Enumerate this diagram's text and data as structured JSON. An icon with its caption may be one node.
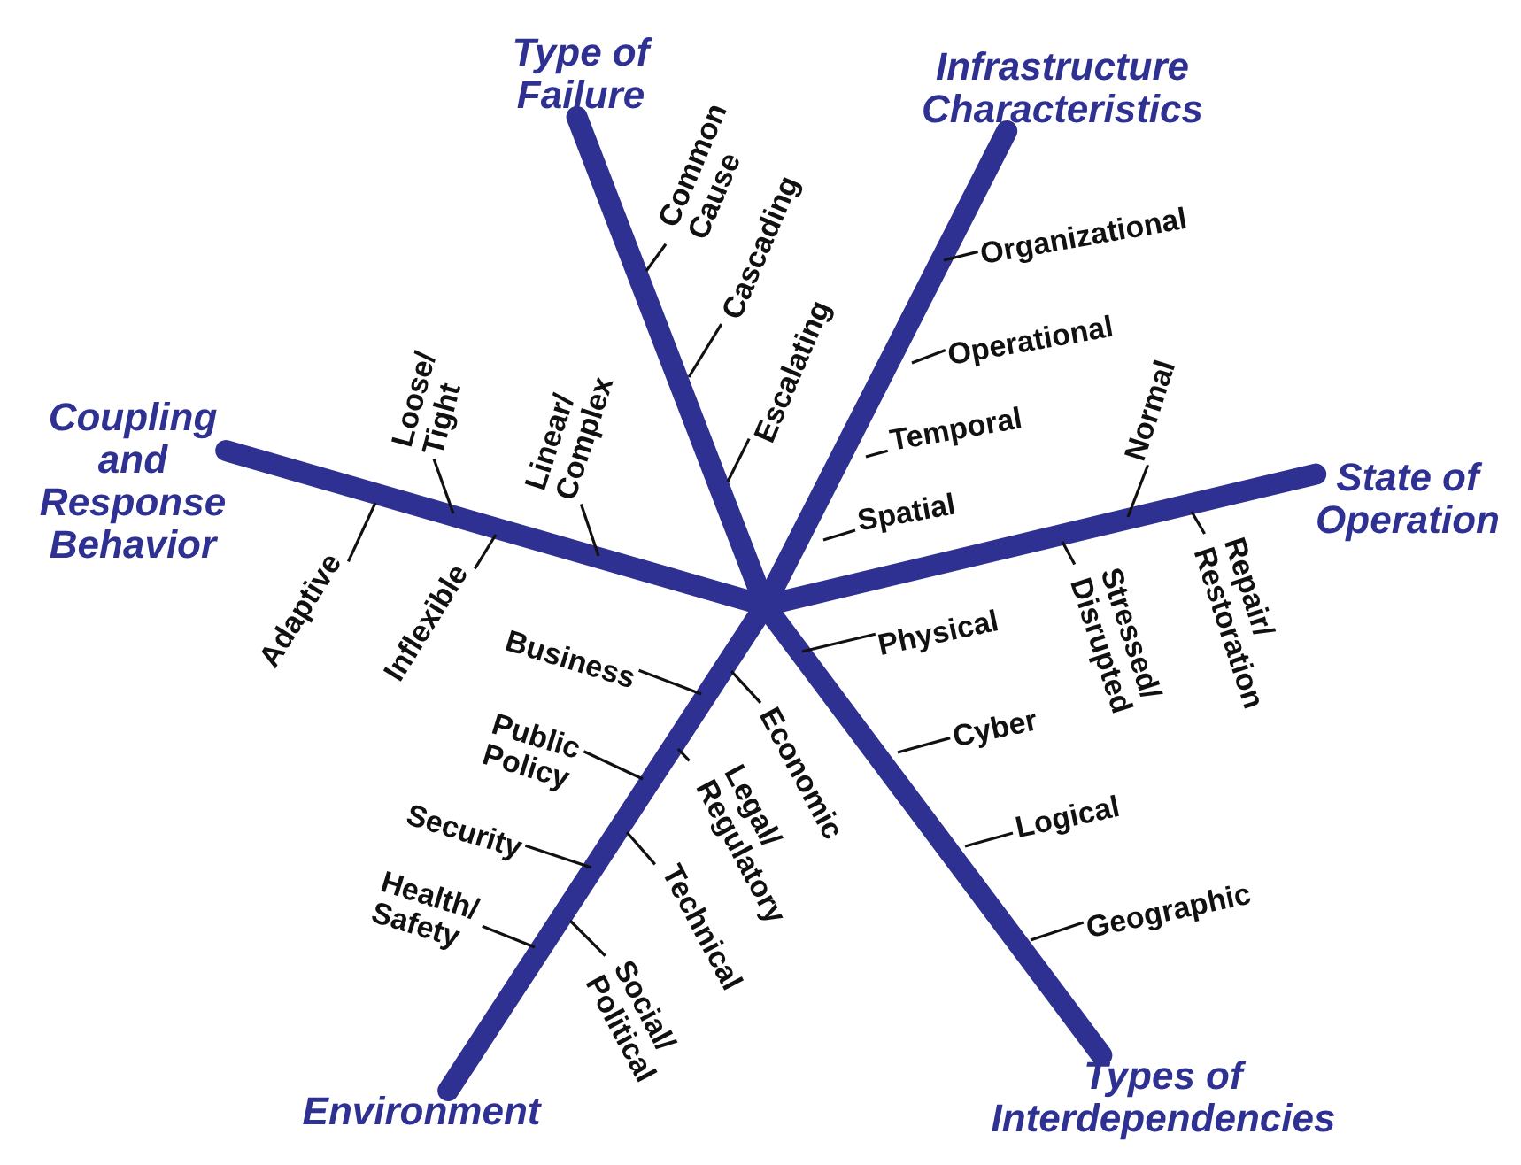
{
  "diagram": {
    "nodes": [
      {
        "text": [
          "Type of Failure"
        ]
      },
      {
        "text": [
          "Common Cause"
        ]
      },
      {
        "text": [
          "Cascading"
        ]
      },
      {
        "text": [
          "Escalating"
        ]
      },
      {
        "text": [
          "Infrastructure Characteristics"
        ]
      },
      {
        "text": [
          "Organizational"
        ]
      },
      {
        "text": [
          "Operational"
        ]
      },
      {
        "text": [
          "Temporal"
        ]
      },
      {
        "text": [
          "Spatial"
        ]
      },
      {
        "text": [
          "Coupling and Response Behavior"
        ]
      },
      {
        "text": [
          "Loose/ Tight"
        ]
      },
      {
        "text": [
          "Linear/ Complex"
        ]
      },
      {
        "text": [
          "Adaptive"
        ]
      },
      {
        "text": [
          "Inflexible"
        ]
      },
      {
        "text": [
          "State of Operation"
        ]
      },
      {
        "text": [
          "Normal"
        ]
      },
      {
        "text": [
          "Repair/ Restoration"
        ]
      },
      {
        "text": [
          "Stressed/ Disrupted"
        ]
      },
      {
        "text": [
          "Physical"
        ]
      },
      {
        "text": [
          "Cyber"
        ]
      },
      {
        "text": [
          "Logical"
        ]
      },
      {
        "text": [
          "Geographic"
        ]
      },
      {
        "text": [
          "Business"
        ]
      },
      {
        "text": [
          "Economic"
        ]
      },
      {
        "text": [
          "Public Policy"
        ]
      },
      {
        "text": [
          "Legal/ Regulatory"
        ]
      },
      {
        "text": [
          "Security"
        ]
      },
      {
        "text": [
          "Technical"
        ]
      },
      {
        "text": [
          "Health/ Safety"
        ]
      },
      {
        "text": [
          "Social/ Political"
        ]
      },
      {
        "text": [
          "Environment"
        ]
      },
      {
        "text": [
          "Types of Interdependencies"
        ]
      }
    ],
    "edges": [
      {
        "from": null,
        "to": 0,
        "arrow": "none",
        "style": "thick",
        "color": "#2e3192"
      },
      {
        "from": null,
        "to": 4,
        "arrow": "none",
        "style": "thick",
        "color": "#2e3192"
      },
      {
        "from": null,
        "to": 9,
        "arrow": "none",
        "style": "thick",
        "color": "#2e3192"
      },
      {
        "from": null,
        "to": 14,
        "arrow": "none",
        "style": "thick",
        "color": "#2e3192"
      },
      {
        "from": null,
        "to": 31,
        "arrow": "none",
        "style": "thick",
        "color": "#2e3192"
      },
      {
        "from": null,
        "to": 30,
        "arrow": "none",
        "style": "thick",
        "color": "#2e3192"
      },
      {
        "from": 1,
        "to": null,
        "arrow": "none"
      },
      {
        "from": 2,
        "to": null,
        "arrow": "none"
      },
      {
        "from": 3,
        "to": null,
        "arrow": "none"
      },
      {
        "from": 5,
        "to": null,
        "arrow": "none"
      },
      {
        "from": 6,
        "to": null,
        "arrow": "none"
      },
      {
        "from": 7,
        "to": null,
        "arrow": "none"
      },
      {
        "from": 8,
        "to": null,
        "arrow": "none"
      },
      {
        "from": 10,
        "to": null,
        "arrow": "none"
      },
      {
        "from": 11,
        "to": null,
        "arrow": "none"
      },
      {
        "from": 12,
        "to": null,
        "arrow": "none"
      },
      {
        "from": 13,
        "to": null,
        "arrow": "none"
      },
      {
        "from": 15,
        "to": null,
        "arrow": "none"
      },
      {
        "from": 16,
        "to": null,
        "arrow": "none"
      },
      {
        "from": 17,
        "to": null,
        "arrow": "none"
      },
      {
        "from": 18,
        "to": null,
        "arrow": "none"
      },
      {
        "from": 19,
        "to": null,
        "arrow": "none"
      },
      {
        "from": 20,
        "to": null,
        "arrow": "none"
      },
      {
        "from": 21,
        "to": null,
        "arrow": "none"
      },
      {
        "from": 22,
        "to": null,
        "arrow": "none"
      },
      {
        "from": 23,
        "to": null,
        "arrow": "none"
      },
      {
        "from": 24,
        "to": null,
        "arrow": "none"
      },
      {
        "from": 25,
        "to": null,
        "arrow": "none"
      },
      {
        "from": 26,
        "to": null,
        "arrow": "none"
      },
      {
        "from": 27,
        "to": null,
        "arrow": "none"
      },
      {
        "from": 28,
        "to": null,
        "arrow": "none"
      },
      {
        "from": 29,
        "to": null,
        "arrow": "none"
      }
    ]
  }
}
